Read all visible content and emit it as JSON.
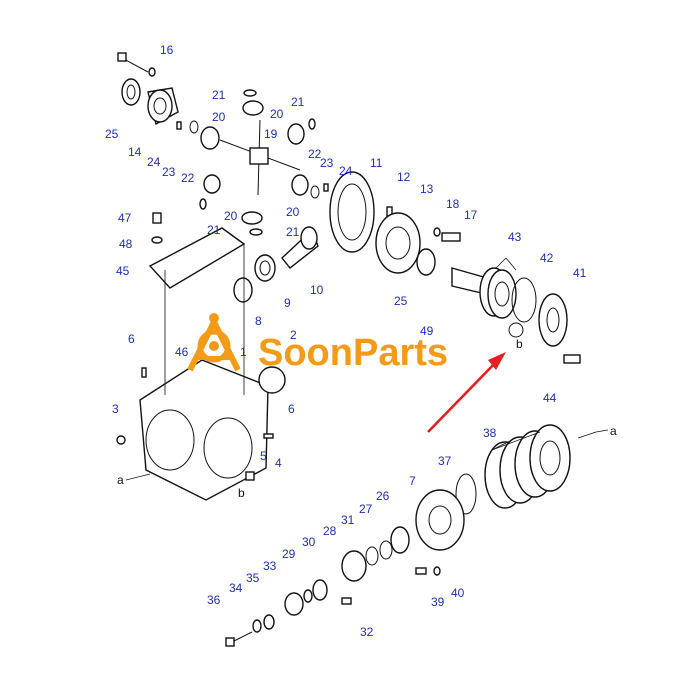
{
  "brand": {
    "name": "SoonParts",
    "logo_color": "#f39a16",
    "label_color": "#1f2fb0",
    "arrow_color": "#e32020"
  },
  "callouts": [
    {
      "id": "c16",
      "text": "16"
    },
    {
      "id": "c25a",
      "text": "25"
    },
    {
      "id": "c14",
      "text": "14"
    },
    {
      "id": "c24a",
      "text": "24"
    },
    {
      "id": "c23a",
      "text": "23"
    },
    {
      "id": "c22a",
      "text": "22"
    },
    {
      "id": "c21a",
      "text": "21"
    },
    {
      "id": "c20a",
      "text": "20"
    },
    {
      "id": "c21b",
      "text": "21"
    },
    {
      "id": "c20b",
      "text": "20"
    },
    {
      "id": "c19",
      "text": "19"
    },
    {
      "id": "c22b",
      "text": "22"
    },
    {
      "id": "c23b",
      "text": "23"
    },
    {
      "id": "c24b",
      "text": "24"
    },
    {
      "id": "c11",
      "text": "11"
    },
    {
      "id": "c20c",
      "text": "20"
    },
    {
      "id": "c21c",
      "text": "21"
    },
    {
      "id": "c20d",
      "text": "20"
    },
    {
      "id": "c21d",
      "text": "21"
    },
    {
      "id": "c12",
      "text": "12"
    },
    {
      "id": "c13",
      "text": "13"
    },
    {
      "id": "c18",
      "text": "18"
    },
    {
      "id": "c17",
      "text": "17"
    },
    {
      "id": "c47",
      "text": "47"
    },
    {
      "id": "c48",
      "text": "48"
    },
    {
      "id": "c45",
      "text": "45"
    },
    {
      "id": "c43",
      "text": "43"
    },
    {
      "id": "c42",
      "text": "42"
    },
    {
      "id": "c41",
      "text": "41"
    },
    {
      "id": "c10",
      "text": "10"
    },
    {
      "id": "c9",
      "text": "9"
    },
    {
      "id": "c8",
      "text": "8"
    },
    {
      "id": "c25b",
      "text": "25"
    },
    {
      "id": "c49",
      "text": "49"
    },
    {
      "id": "c2",
      "text": "2"
    },
    {
      "id": "c6a",
      "text": "6"
    },
    {
      "id": "c46",
      "text": "46"
    },
    {
      "id": "c1",
      "text": "1"
    },
    {
      "id": "c44",
      "text": "44"
    },
    {
      "id": "c3",
      "text": "3"
    },
    {
      "id": "c6b",
      "text": "6"
    },
    {
      "id": "c5",
      "text": "5"
    },
    {
      "id": "c4",
      "text": "4"
    },
    {
      "id": "c38",
      "text": "38"
    },
    {
      "id": "c37",
      "text": "37"
    },
    {
      "id": "c7",
      "text": "7"
    },
    {
      "id": "c26",
      "text": "26"
    },
    {
      "id": "c27",
      "text": "27"
    },
    {
      "id": "c31",
      "text": "31"
    },
    {
      "id": "c28",
      "text": "28"
    },
    {
      "id": "c30",
      "text": "30"
    },
    {
      "id": "c29",
      "text": "29"
    },
    {
      "id": "c33",
      "text": "33"
    },
    {
      "id": "c35",
      "text": "35"
    },
    {
      "id": "c34",
      "text": "34"
    },
    {
      "id": "c36",
      "text": "36"
    },
    {
      "id": "c32",
      "text": "32"
    },
    {
      "id": "c39",
      "text": "39"
    },
    {
      "id": "c40",
      "text": "40"
    }
  ],
  "markers": {
    "a_left": "a",
    "b_bottom": "b",
    "b_right": "b",
    "a_right": "a"
  }
}
